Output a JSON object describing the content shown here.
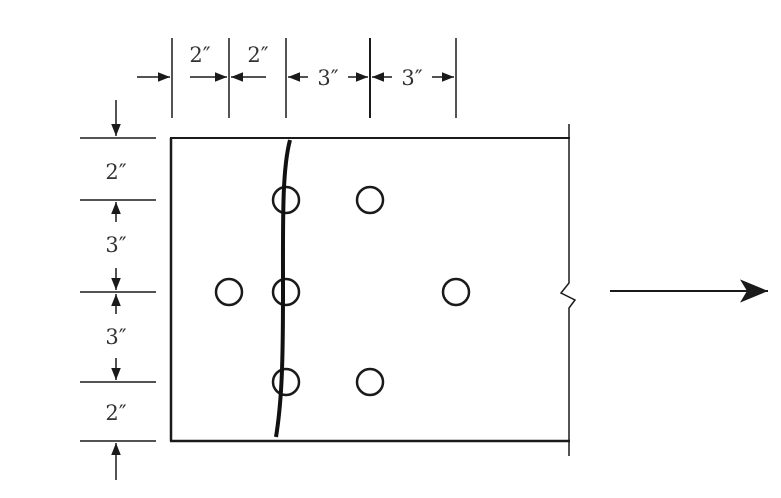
{
  "diagram": {
    "top_dimensions": [
      {
        "label": "2″"
      },
      {
        "label": "2″"
      },
      {
        "label": "3″"
      },
      {
        "label": "3″"
      }
    ],
    "left_dimensions": [
      {
        "label": "2″"
      },
      {
        "label": "3″"
      },
      {
        "label": "3″"
      },
      {
        "label": "2″"
      }
    ],
    "bolt_rows": [
      {
        "count": 2
      },
      {
        "count": 3
      },
      {
        "count": 2
      }
    ],
    "load_arrow": {
      "direction": "right"
    },
    "colors": {
      "line": "#1a1a1a",
      "text": "#333333",
      "background": "#ffffff"
    }
  }
}
